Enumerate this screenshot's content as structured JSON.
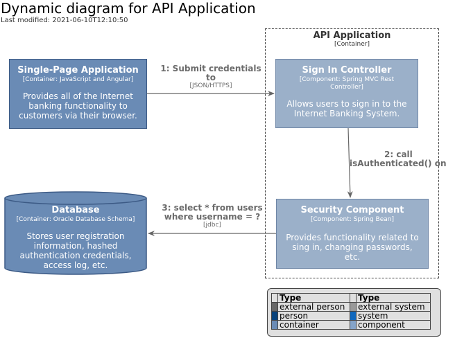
{
  "header": {
    "title": "Dynamic diagram for API Application",
    "last_modified": "Last modified: 2021-06-10T12:10:50"
  },
  "boundary": {
    "title": "API Application",
    "type": "[Container]"
  },
  "nodes": {
    "spa": {
      "name": "Single-Page Application",
      "type": "[Container: JavaScript and Angular]",
      "desc": [
        "Provides all of the Internet",
        "banking functionality to",
        "customers via their browser."
      ]
    },
    "signin": {
      "name": "Sign In Controller",
      "type": "[Component: Spring MVC Rest Controller]",
      "desc": [
        "Allows users to sign in to the",
        "Internet Banking System."
      ]
    },
    "security": {
      "name": "Security Component",
      "type": "[Component: Spring Bean]",
      "desc": [
        "Provides functionality related to",
        "sing in, changing passwords,",
        "etc."
      ]
    },
    "database": {
      "name": "Database",
      "type": "[Container: Oracle Database Schema]",
      "desc": [
        "Stores user registration",
        "information, hashed",
        "authentication credentials,",
        "access log, etc."
      ]
    }
  },
  "edges": {
    "e1": {
      "line1": "1: Submit credentials",
      "line2": "to",
      "tech": "[JSON/HTTPS]"
    },
    "e2": {
      "line1": "2: call",
      "line2": "isAuthenticated() on"
    },
    "e3": {
      "line1": "3: select * from users",
      "line2": "where username = ?",
      "tech": "[jdbc]"
    }
  },
  "legend": {
    "header": "Type",
    "rows": [
      {
        "left": "external person",
        "left_color": "#686868",
        "right": "external system",
        "right_color": "#999999"
      },
      {
        "left": "person",
        "left_color": "#08427b",
        "right": "system",
        "right_color": "#1168bd"
      },
      {
        "left": "container",
        "left_color": "#6a8bb5",
        "right": "component",
        "right_color": "#85a4c9"
      }
    ]
  },
  "colors": {
    "container": "#6a8bb5",
    "component": "#9bb0c9",
    "arrow": "#666666"
  }
}
